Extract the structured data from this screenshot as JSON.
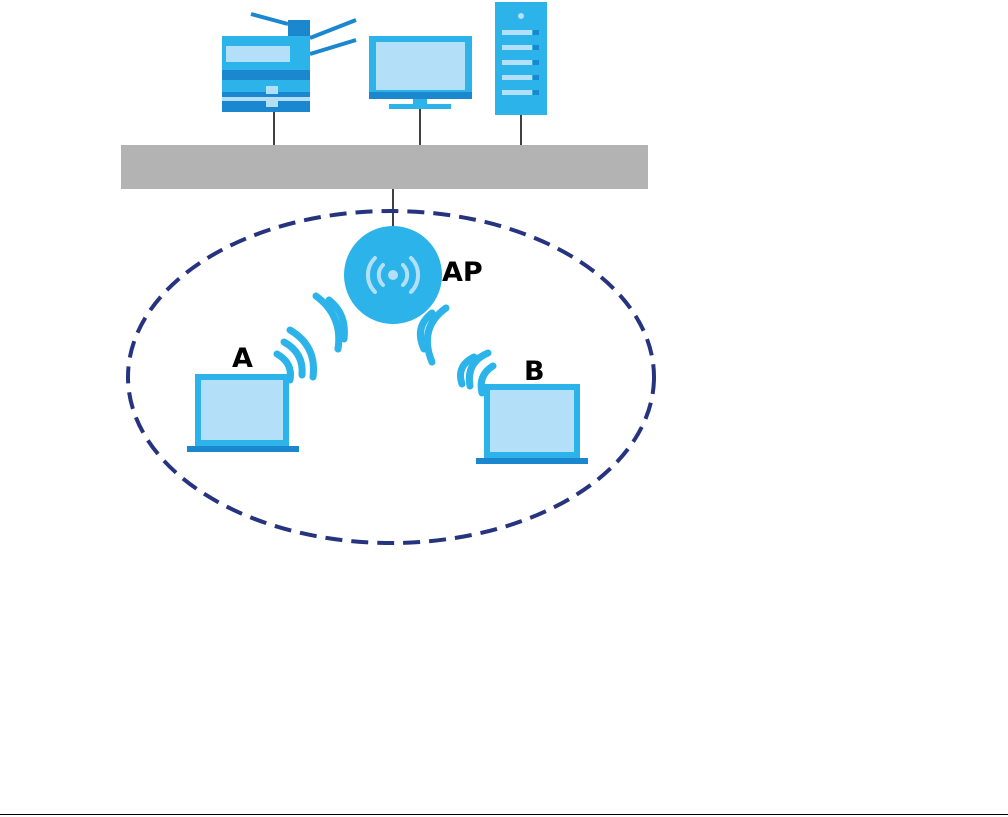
{
  "labels": {
    "access_point": "AP",
    "station_a": "A",
    "station_b": "B"
  },
  "icons": {
    "printer": "printer-icon",
    "monitor": "monitor-icon",
    "server": "server-tower-icon",
    "access_point": "wireless-access-point-icon",
    "laptop_a": "laptop-icon",
    "laptop_b": "laptop-icon",
    "signal": "wifi-signal-icon"
  },
  "colors": {
    "device_fill": "#b3e0f8",
    "device_stroke": "#2bb3ea",
    "device_dark": "#1a87cf",
    "backbone": "#b3b3b3",
    "coverage_boundary": "#26337f",
    "wire": "#000000"
  }
}
